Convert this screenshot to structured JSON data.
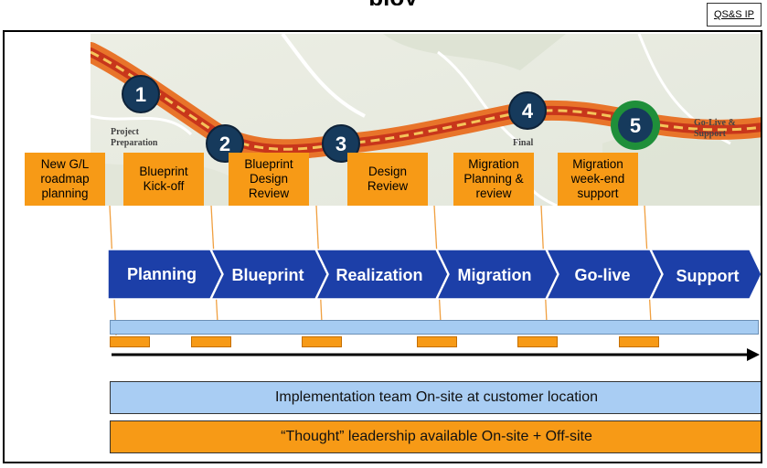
{
  "header": {
    "title_fragment": "ploy",
    "badge": "QS&S IP"
  },
  "milestones": [
    {
      "number": "1",
      "label": "Project\nPreparation"
    },
    {
      "number": "2",
      "label": ""
    },
    {
      "number": "3",
      "label": ""
    },
    {
      "number": "4",
      "label": "Final"
    },
    {
      "number": "5",
      "label": "Go-Live &\nSupport"
    }
  ],
  "callouts": [
    {
      "text": "New G/L\nroadmap\nplanning"
    },
    {
      "text": "Blueprint\nKick-off"
    },
    {
      "text": "Blueprint\nDesign\nReview"
    },
    {
      "text": "Design\nReview"
    },
    {
      "text": "Migration\nPlanning &\nreview"
    },
    {
      "text": "Migration\nweek-end\nsupport"
    }
  ],
  "phases": [
    {
      "label": "Planning"
    },
    {
      "label": "Blueprint"
    },
    {
      "label": "Realization"
    },
    {
      "label": "Migration"
    },
    {
      "label": "Go-live"
    },
    {
      "label": "Support"
    }
  ],
  "bands": {
    "onsite": "Implementation team On-site at customer location",
    "leadership": "“Thought” leadership available On-site + Off-site"
  },
  "colors": {
    "phase_blue": "#1c3fa8",
    "callout_orange": "#f79a16",
    "timeline_blue": "#a6ccf2",
    "road_red": "#c8361b",
    "marker_navy": "#163a5c",
    "marker_green": "#1f8f3a"
  }
}
